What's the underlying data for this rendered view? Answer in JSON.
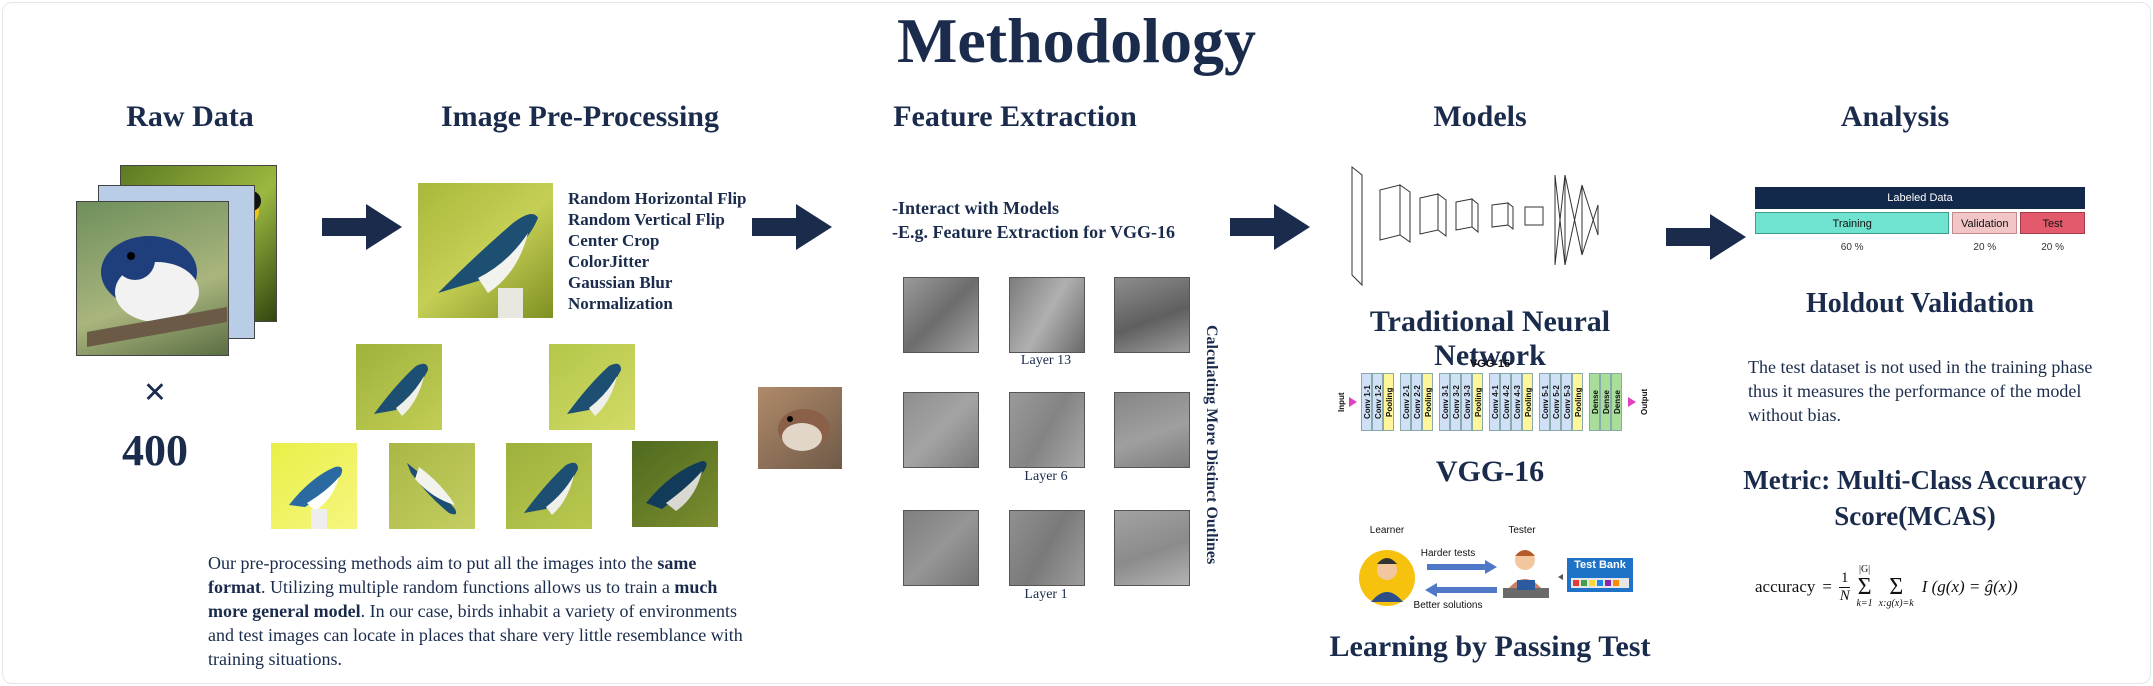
{
  "title": "Methodology",
  "sections": {
    "raw": "Raw Data",
    "preproc": "Image Pre-Processing",
    "feature": "Feature Extraction",
    "models": "Models",
    "analysis": "Analysis"
  },
  "raw": {
    "times": "×",
    "count": "400"
  },
  "preproc": {
    "items": [
      "Random Horizontal Flip",
      "Random Vertical Flip",
      "Center Crop",
      "ColorJitter",
      "Gaussian Blur",
      "Normalization"
    ],
    "para": {
      "p1": "Our pre-processing methods aim to put all the images into the ",
      "b1": "same format",
      "p2": ". Utilizing multiple random functions allows us to train a ",
      "b2": "much more general model",
      "p3": ". In our case, birds inhabit a variety of environments and test images can locate in places that share very little resemblance with training situations."
    }
  },
  "feature": {
    "line1": "-Interact with Models",
    "line2": "-E.g. Feature Extraction for VGG-16",
    "layers": [
      "Layer 13",
      "Layer 6",
      "Layer 1"
    ],
    "side_label": "Calculating More Distinct Outlines"
  },
  "models": {
    "tnn": "Traditional Neural Network",
    "vgg_header": "VGG-16",
    "vgg_title": "VGG-16",
    "vgg_input": "Input",
    "vgg_output": "Output",
    "vgg_blocks": [
      [
        "Conv 1-1",
        "Conv 1-2",
        "Pooling"
      ],
      [
        "Conv 2-1",
        "Conv 2-2",
        "Pooling"
      ],
      [
        "Conv 3-1",
        "Conv 3-2",
        "Conv 3-3",
        "Pooling"
      ],
      [
        "Conv 4-1",
        "Conv 4-2",
        "Conv 4-3",
        "Pooling"
      ],
      [
        "Conv 5-1",
        "Conv 5-2",
        "Conv 5-3",
        "Pooling"
      ],
      [
        "Dense",
        "Dense",
        "Dense"
      ]
    ],
    "learner": "Learner",
    "tester": "Tester",
    "harder": "Harder tests",
    "better": "Better solutions",
    "testbank": "Test Bank",
    "lpt": "Learning by Passing Test"
  },
  "analysis": {
    "labeled": "Labeled Data",
    "training": "Training",
    "validation": "Validation",
    "test": "Test",
    "splits": {
      "training": 60,
      "validation": 20,
      "test": 20
    },
    "pct_train": "60 %",
    "pct_val": "20 %",
    "pct_test": "20 %",
    "holdout": "Holdout Validation",
    "holdout_text": "The test dataset is not used in the training phase thus it measures the performance of the model without bias.",
    "metric": "Metric: Multi-Class Accuracy Score(MCAS)",
    "formula_lhs": "accuracy",
    "formula_frac_num": "1",
    "formula_frac_den": "N",
    "formula_sum1_top": "|G|",
    "formula_sum1_bot": "k=1",
    "formula_sum2_bot": "x:g(x)=k",
    "formula_body": "I (g(x) = ĝ(x))"
  },
  "colors": {
    "navy": "#1a2b4c",
    "training": "#6fe3cf",
    "validation": "#f2c6c6",
    "test": "#e35a6c",
    "labeled": "#13294b"
  }
}
